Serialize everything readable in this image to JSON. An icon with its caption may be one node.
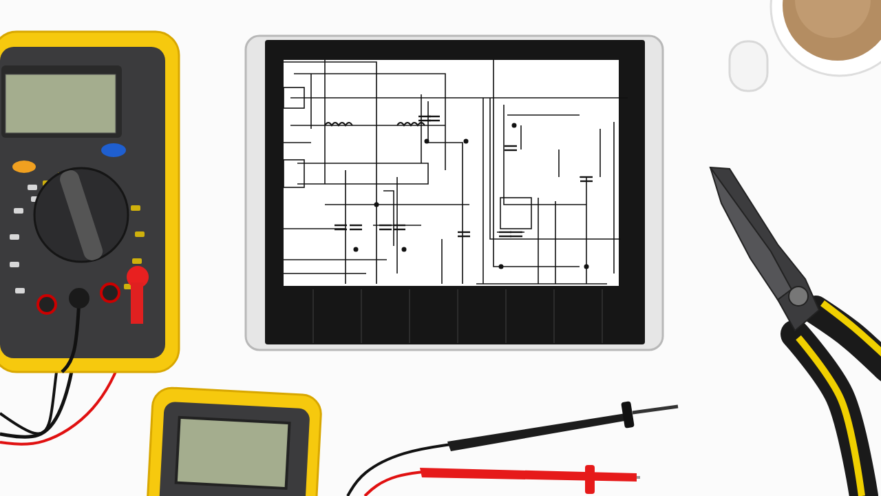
{
  "diagram": {
    "nodes": [
      {
        "text": [],
        "shape": "picture"
      },
      {
        "text": [],
        "shape": "picture"
      },
      {
        "text": [],
        "shape": "picture"
      },
      {
        "text": [],
        "shape": "picture"
      },
      {
        "text": [],
        "shape": "picture"
      },
      {
        "text": [],
        "shape": "picture"
      }
    ]
  }
}
